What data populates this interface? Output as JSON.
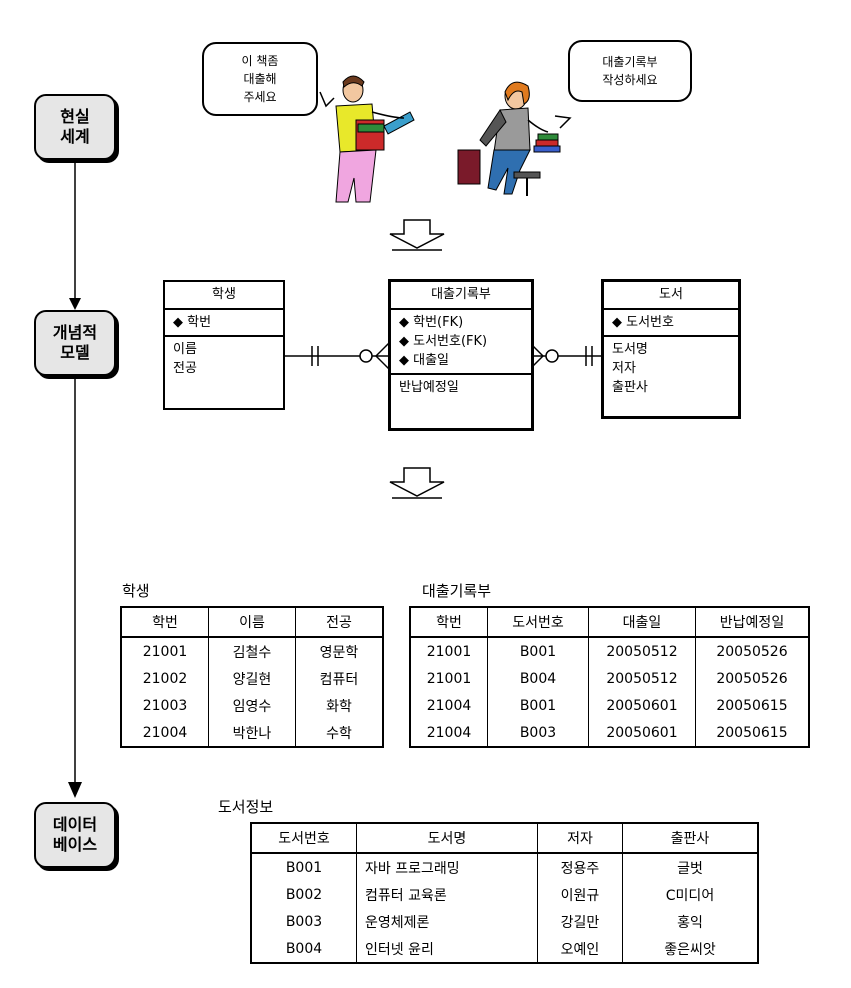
{
  "stages": [
    "현실\n세계",
    "개념적\n모델",
    "데이터\n베이스"
  ],
  "bubbles": {
    "student": "이 책좀\n대출해\n주세요",
    "librarian": "대출기록부\n작성하세요"
  },
  "entities": {
    "student": {
      "title": "학생",
      "keys": [
        "◆ 학번"
      ],
      "attrs": [
        "이름",
        "전공"
      ]
    },
    "loan": {
      "title": "대출기록부",
      "keys": [
        "◆ 학번(FK)",
        "◆ 도서번호(FK)",
        "◆ 대출일"
      ],
      "attrs": [
        "반납예정일"
      ]
    },
    "book": {
      "title": "도서",
      "keys": [
        "◆ 도서번호"
      ],
      "attrs": [
        "도서명",
        "저자",
        "출판사"
      ]
    }
  },
  "tables": {
    "student": {
      "caption": "학생",
      "headers": [
        "학번",
        "이름",
        "전공"
      ],
      "rows": [
        [
          "21001",
          "김철수",
          "영문학"
        ],
        [
          "21002",
          "양길현",
          "컴퓨터"
        ],
        [
          "21003",
          "임영수",
          "화학"
        ],
        [
          "21004",
          "박한나",
          "수학"
        ]
      ]
    },
    "loan": {
      "caption": "대출기록부",
      "headers": [
        "학번",
        "도서번호",
        "대출일",
        "반납예정일"
      ],
      "rows": [
        [
          "21001",
          "B001",
          "20050512",
          "20050526"
        ],
        [
          "21001",
          "B004",
          "20050512",
          "20050526"
        ],
        [
          "21004",
          "B001",
          "20050601",
          "20050615"
        ],
        [
          "21004",
          "B003",
          "20050601",
          "20050615"
        ]
      ]
    },
    "book": {
      "caption": "도서정보",
      "headers": [
        "도서번호",
        "도서명",
        "저자",
        "출판사"
      ],
      "rows": [
        [
          "B001",
          "자바 프로그래밍",
          "정용주",
          "글벗"
        ],
        [
          "B002",
          "컴퓨터 교육론",
          "이원규",
          "C미디어"
        ],
        [
          "B003",
          "운영체제론",
          "강길만",
          "홍익"
        ],
        [
          "B004",
          "인터넷 윤리",
          "오예인",
          "좋은씨앗"
        ]
      ]
    }
  }
}
